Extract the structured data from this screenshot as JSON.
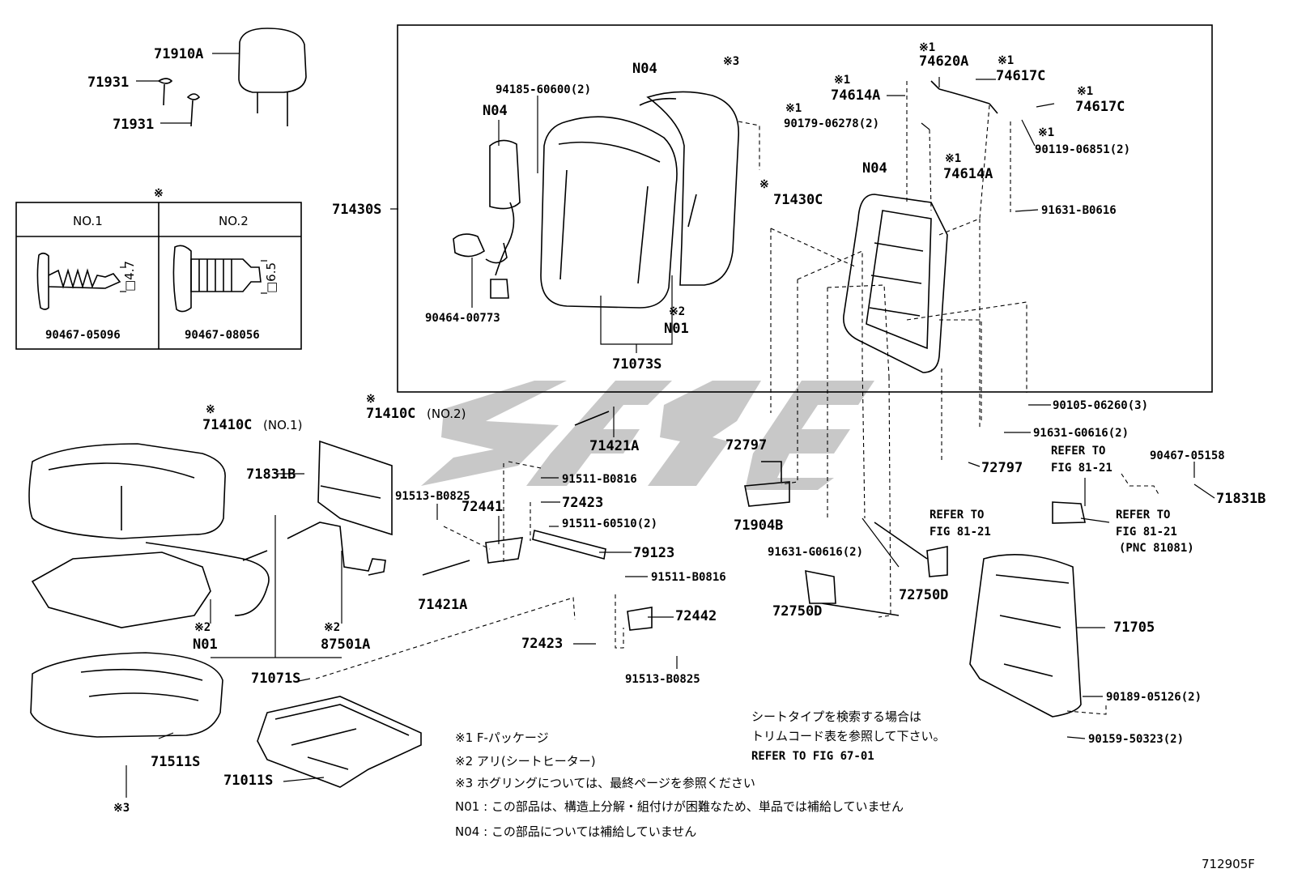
{
  "diagram_id": "712905F",
  "callouts": {
    "headrest": "71910A",
    "guide_1": "71931",
    "guide_2": "71931",
    "back_assy": "71430S",
    "backrest_cover": "71073S",
    "n04_cover": "N04",
    "n04_pad": "N04",
    "n04_frame": "N04",
    "note3_mark": "※3",
    "pad_nut": "94185-60600(2)",
    "wire_clip": "90464-00773",
    "n01_back_mark": "※2",
    "n01_back": "N01",
    "clip_71430c_mark": "※",
    "clip_71430c": "71430C",
    "bracket_74620a_mark": "※1",
    "bracket_74620a": "74620A",
    "cap_74617c_1_mark": "※1",
    "cap_74617c_1": "74617C",
    "cap_74617c_2_mark": "※1",
    "cap_74617c_2": "74617C",
    "bush_74614a_1_mark": "※1",
    "bush_74614a_1": "74614A",
    "bush_74614a_2_mark": "※1",
    "bush_74614a_2": "74614A",
    "screw_90179_mark": "※1",
    "screw_90179": "90179-06278(2)",
    "screw_90119_mark": "※1",
    "screw_90119": "90119-06851(2)",
    "bolt_91631_b0616": "91631-B0616",
    "bolt_90105": "90105-06260(3)",
    "bolt_91631_g0616_a": "91631-G0616(2)",
    "bolt_91631_g0616_b": "91631-G0616(2)",
    "clip_72797_a": "72797",
    "clip_72797_b": "72797",
    "hinge_71904b": "71904B",
    "lever_72750d_a": "72750D",
    "lever_72750d_b": "72750D",
    "clip_71410c_a_mark": "※",
    "clip_71410c_a": "71410C",
    "clip_71410c_a_sub": "(NO.1)",
    "clip_71410c_b_mark": "※",
    "clip_71410c_b": "71410C",
    "clip_71410c_b_sub": "(NO.2)",
    "board_71831b_a": "71831B",
    "board_71831b_b": "71831B",
    "spring_71421a_a": "71421A",
    "spring_71421a_b": "71421A",
    "bolt_91513_a": "91513-B0825",
    "bolt_91513_b": "91513-B0825",
    "bolt_91511_b_a": "91511-B0816",
    "bolt_91511_b_b": "91511-B0816",
    "bolt_91511_6": "91511-60510(2)",
    "bracket_72441": "72441",
    "bracket_72442": "72442",
    "cap_72423_a": "72423",
    "cap_72423_b": "72423",
    "rod_79123": "79123",
    "cushion_n01_mark": "※2",
    "cushion_n01": "N01",
    "heater_87501a_mark": "※2",
    "heater_87501a": "87501A",
    "cushion_assy": "71071S",
    "cushion_cover": "71511S",
    "ring_mark": "※3",
    "frame_71011s": "71011S",
    "back_board_71705": "71705",
    "clip_90467_05158": "90467-05158",
    "clip_90189": "90189-05126(2)",
    "clip_90159": "90159-50323(2)",
    "refer_1_a": "REFER TO",
    "refer_1_b": "FIG 81-21",
    "refer_2_a": "REFER TO",
    "refer_2_b": "FIG 81-21",
    "refer_3_a": "REFER TO",
    "refer_3_b": "FIG 81-21",
    "refer_3_c": "(PNC 81081)"
  },
  "clip_table": {
    "mark": "※",
    "col1_header": "NO.1",
    "col2_header": "NO.2",
    "col1_dim": "□4.7",
    "col2_dim": "□6.5",
    "col1_part": "90467-05096",
    "col2_part": "90467-08056"
  },
  "notes": {
    "search_line1": "シートタイプを検索する場合は",
    "search_line2": "トリムコード表を参照して下さい。",
    "search_line3": "REFER TO FIG 67-01",
    "note1": "※1 F-パッケージ",
    "note2": "※2 アリ(シートヒーター)",
    "note3": "※3 ホグリングについては、最終ページを参照ください",
    "n01": "N01 : この部品は、構造上分解・組付けが困難なため、単品では補給していません",
    "n04": "N04 : この部品については補給していません"
  }
}
